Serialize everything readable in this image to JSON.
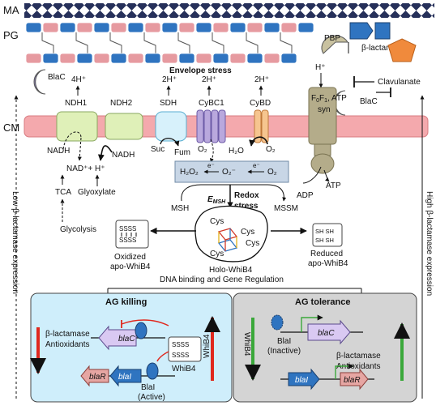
{
  "layers": {
    "ma": "MA",
    "pg": "PG",
    "cm": "CM"
  },
  "top": {
    "pbp": "PBP",
    "beta_lactam": "β-lactam",
    "clavulanate": "Clavulanate",
    "blac_left": "BlaC",
    "blac_right": "BlaC",
    "h_plus": "H⁺"
  },
  "envelope": {
    "title": "Envelope stress",
    "protons_4h": "4H⁺",
    "protons_2h_sdh": "2H⁺",
    "protons_2h_cybc1": "2H⁺",
    "protons_2h_cybd": "2H⁺",
    "ndh1": "NDH1",
    "ndh2": "NDH2",
    "sdh": "SDH",
    "cybc1": "CyBC1",
    "cybd": "CyBD",
    "atp_syn_1": "F",
    "atp_syn_sub0": "0",
    "atp_syn_f1": "F",
    "atp_syn_sub1": "1",
    "atp_syn_2": ", ATP",
    "atp_syn_3": "syn"
  },
  "metabolism": {
    "nadh_left": "NADH",
    "nadh_right": "NADH",
    "nad": "NAD⁺+ H⁺",
    "suc": "Suc",
    "fum": "Fum",
    "o2_a": "O₂",
    "h2o": "H₂O",
    "o2_b": "O₂",
    "adp": "ADP",
    "atp": "ATP",
    "tca": "TCA",
    "glyoxylate": "Glyoxylate",
    "glycolysis": "Glycolysis"
  },
  "ros": {
    "h2o2": "H₂O₂",
    "e1": "e⁻",
    "o2minus": "O₂⁻",
    "e2": "e⁻",
    "o2": "O₂"
  },
  "redox": {
    "msh": "MSH",
    "emsh": "E",
    "emsh_sub": "MSH",
    "redox_stress_1": "Redox",
    "redox_stress_2": "stress",
    "mssm": "MSSM",
    "cys1": "Cys",
    "cys2": "Cys",
    "cys3": "Cys",
    "cys4": "Cys",
    "holo_label": "Holo-WhiB4",
    "holo_sub": "DNA binding and Gene Regulation",
    "oxidized_1": "Oxidized",
    "oxidized_2": "apo-WhiB4",
    "reduced_1": "Reduced",
    "reduced_2": "apo-WhiB4",
    "ssss_top": "SSSS",
    "ssss_bottom": "SSSS",
    "sh_row1": "SH SH",
    "sh_row2": "SH SH"
  },
  "side_labels": {
    "left": "Low β-lactamase  expression",
    "right": "High β-lactamase  expression"
  },
  "ag_killing": {
    "title": "AG killing",
    "beta_lactamase": "β-lactamase",
    "antioxidants": "Antioxidants",
    "blac_gene": "blaC",
    "blar_gene": "blaR",
    "blai_gene": "blaI",
    "whib4_vertical": "WhiB4",
    "whib4_label": "WhiB4",
    "blai_protein": "BlaI",
    "blai_state": "(Active)",
    "ssss_top": "SSSS",
    "ssss_bottom": "SSSS"
  },
  "ag_tolerance": {
    "title": "AG tolerance",
    "whib4_vertical": "WhiB4",
    "blac_gene": "blaC",
    "beta_lactamase": "β-lactamase",
    "antioxidants": "Antioxidants",
    "blai_protein": "BlaI",
    "blai_state": "(Inactive)",
    "blai_gene": "blaI",
    "blar_gene": "blaR"
  },
  "colors": {
    "membrane": "#f4a9ad",
    "pg_blue": "#2f74c0",
    "pg_pink": "#e69aa0",
    "ma_navy": "#26305a",
    "killing_box": "#cfeefb",
    "tolerance_box": "#d4d4d4",
    "red_arrow": "#e0281e",
    "green_arrow": "#3aa83a",
    "blac_purple": "#8a81b6",
    "clav_orange": "#f08a3c"
  }
}
